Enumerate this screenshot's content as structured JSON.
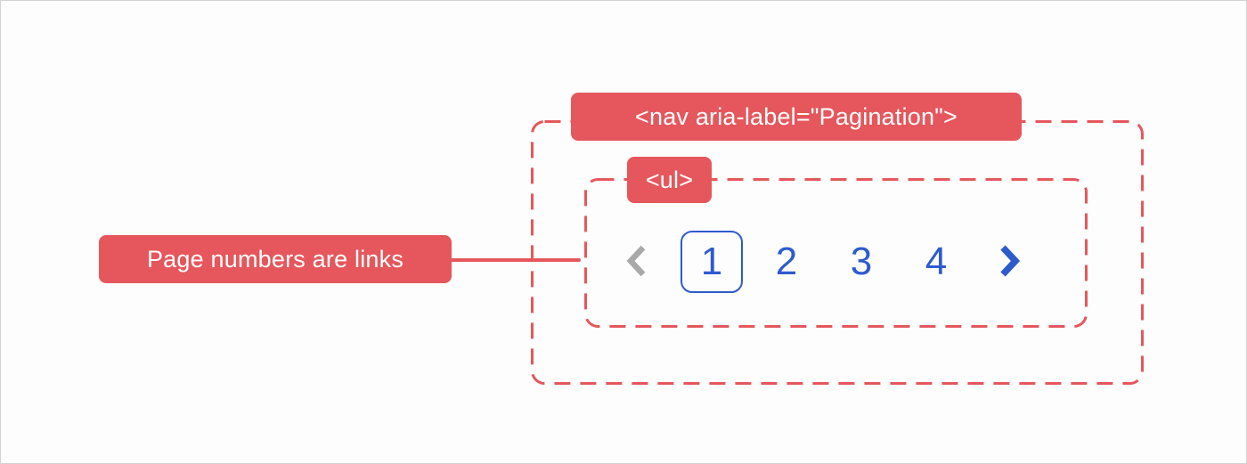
{
  "colors": {
    "annotation_red": "#e5575c",
    "link_blue": "#2e5bcc",
    "disabled_gray": "#a9a9a9",
    "canvas_bg": "#fdfdfd",
    "canvas_border": "#d2d2d2"
  },
  "annotations": {
    "nav_label": "<nav aria-label=\"Pagination\">",
    "ul_label": "<ul>",
    "callout": "Page numbers are links"
  },
  "pagination": {
    "prev_icon": "chevron-left",
    "next_icon": "chevron-right",
    "pages": [
      "1",
      "2",
      "3",
      "4"
    ],
    "current_page": "1"
  }
}
